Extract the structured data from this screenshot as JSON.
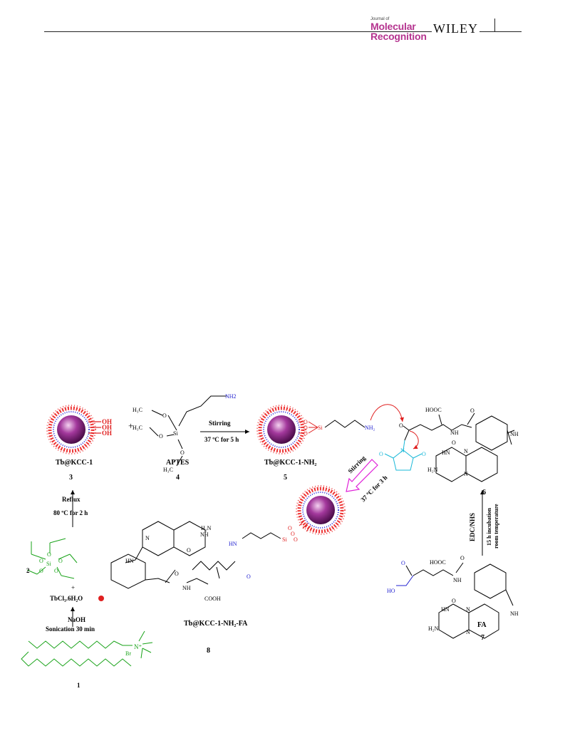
{
  "header": {
    "journal_small": "Journal of",
    "journal_line1": "Molecular",
    "journal_line2": "Recognition",
    "publisher": "WILEY"
  },
  "scheme": {
    "cpd3_label": "Tb@KCC-1",
    "cpd3_num": "3",
    "oh": "OH",
    "plus1": "+",
    "cpd4_label": "APTES",
    "cpd4_num": "4",
    "nh2_aptes": "NH2",
    "h3c": "H₃C",
    "si": "Si",
    "o": "O",
    "step1_line1": "Stirring",
    "step1_line2": "37 ºC for 5 h",
    "cpd5_label": "Tb@KCC-1-NH₂",
    "cpd5_num": "5",
    "nh2": "NH₂",
    "cpd6_num": "6",
    "hooc": "HOOC",
    "nh": "NH",
    "hn": "HN",
    "h2n": "H₂N",
    "n": "N",
    "h": "H",
    "step_stirring": "Stirring",
    "step_stirring2": "37 ºC for 3 h",
    "reflux_line1": "Reflux",
    "reflux_line2": "80 ºC for 2 h",
    "cpd2_num": "2",
    "plus2": "+",
    "tbcl3": "TbCl₃.6H₂O",
    "naoh": "NaOH",
    "sonication": "Sonication 30 min",
    "cpd1_num": "1",
    "br": "Br",
    "nplus": "N⁺",
    "cpd8_label": "Tb@KCC-1-NH₂-FA",
    "cpd8_num": "8",
    "cooh": "COOH",
    "ho": "HO",
    "edc": "EDC/NHS",
    "incubation": "15 h incubation",
    "room_temp": "room temperature",
    "cpd7_label": "FA",
    "cpd7_num": "7"
  }
}
